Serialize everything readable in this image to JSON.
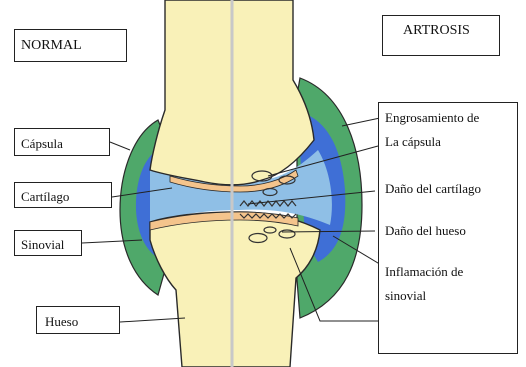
{
  "labels": {
    "normal": "NORMAL",
    "artrosis": "ARTROSIS",
    "capsula": "Cápsula",
    "cartilago": "Cartílago",
    "sinovial": "Sinovial",
    "hueso": "Hueso"
  },
  "right_labels": {
    "engrosamiento_line1": "Engrosamiento de",
    "engrosamiento_line2": "La cápsula",
    "dano_cartilago": "Daño del cartílago",
    "dano_hueso": "Daño del hueso",
    "inflamacion_line1": "Inflamación de",
    "inflamacion_line2": "sinovial"
  },
  "colors": {
    "bone": "#f9f1b8",
    "bone_outline": "#2a2a2a",
    "capsule": "#4fa86a",
    "synovial": "#3f6fd6",
    "joint_fluid": "#8fbfe6",
    "cartilage": "#f4c48c",
    "divider": "#c8c8c8"
  }
}
